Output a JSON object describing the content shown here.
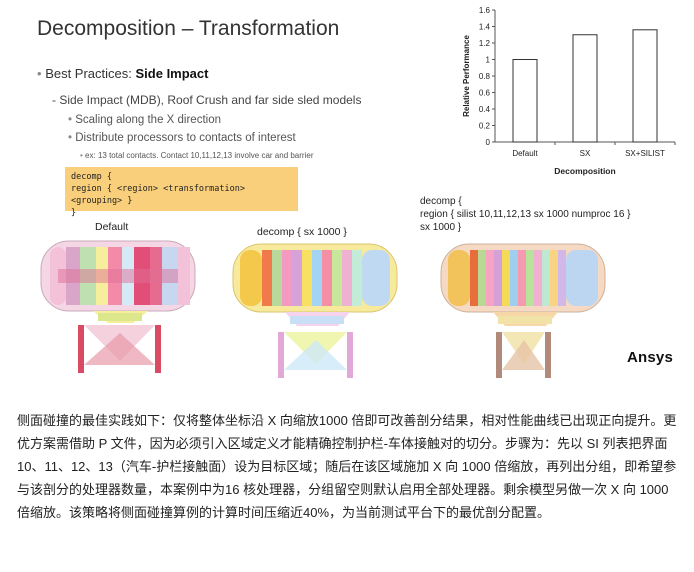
{
  "slide": {
    "title": "Decomposition – Transformation",
    "best_practices_prefix": "Best Practices: ",
    "best_practices_bold": "Side Impact",
    "line1": "- Side Impact (MDB), Roof Crush and far side sled models",
    "line2": "Scaling along the X direction",
    "line3": "Distribute processors to contacts of interest",
    "line4": "ex: 13 total contacts. Contact 10,11,12,13 involve car and barrier",
    "code_left": [
      "decomp {",
      "region { <region> <transformation> <grouping> }",
      "}"
    ],
    "code_right": [
      "decomp {",
      "region { silist 10,11,12,13 sx 1000 numproc 16 }",
      "sx 1000 }"
    ],
    "label_default": "Default",
    "label_sx": "decomp { sx 1000 }",
    "logo_text": "Ansys"
  },
  "chart_data": {
    "type": "bar",
    "categories": [
      "Default",
      "SX",
      "SX+SILIST"
    ],
    "values": [
      1.0,
      1.3,
      1.36
    ],
    "xlabel": "Decomposition",
    "ylabel": "Relative Performance",
    "ylim": [
      0,
      1.6
    ],
    "yticks": [
      0,
      0.2,
      0.4,
      0.6,
      0.8,
      1,
      1.2,
      1.4,
      1.6
    ],
    "bar_color": "#ffffff",
    "grid": false
  },
  "caption": "侧面碰撞的最佳实践如下：仅将整体坐标沿 X 向缩放1000 倍即可改善剖分结果，相对性能曲线已出现正向提升。更优方案需借助 P 文件，因为必须引入区域定义才能精确控制护栏-车体接触对的切分。步骤为：先以 SI 列表把界面 10、11、12、13（汽车-护栏接触面）设为目标区域；随后在该区域施加 X 向 1000 倍缩放，再列出分组，即希望参与该剖分的处理器数量，本案例中为16 核处理器，分组留空则默认启用全部处理器。剩余模型另做一次 X 向 1000 倍缩放。该策略将侧面碰撞算例的计算时间压缩近40%，为当前测试平台下的最优剖分配置。"
}
